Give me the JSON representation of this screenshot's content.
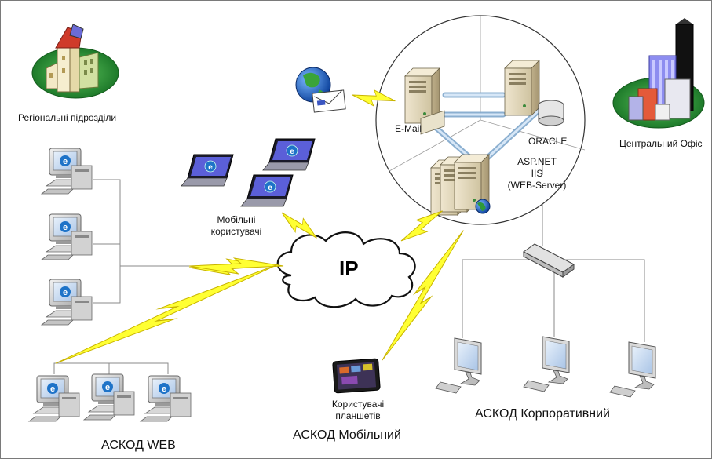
{
  "nodes": {
    "regional": "Регіональні підрозділи",
    "central_office": "Центральний Офіс",
    "email": "E-Mail",
    "oracle": "ORACLE",
    "web_server_line1": "ASP.NET",
    "web_server_line2": "IIS",
    "web_server_line3": "(WEB-Server)",
    "mobile_users_line1": "Мобільні",
    "mobile_users_line2": "користувачі",
    "tablet_users_line1": "Користувачі",
    "tablet_users_line2": "планшетів",
    "ip_cloud": "IP"
  },
  "segments": {
    "web": "АСКОД WEB",
    "mobile": "АСКОД Мобільний",
    "corporate": "АСКОД Корпоративний"
  },
  "colors": {
    "lightning": "#ffff33",
    "lightning_edge": "#c8b400",
    "server_link": "#b8d4ee",
    "monitor_screen": "#cfe0f5",
    "ie_blue": "#1e73c8",
    "park_green": "#2f9a3a"
  },
  "icons": [
    "building-icon",
    "city-icon",
    "globe-mail-icon",
    "server-icon",
    "database-icon",
    "laptop-icon",
    "desktop-computer-icon",
    "monitor-icon",
    "switch-icon",
    "tablet-icon",
    "cloud-icon",
    "lightning-link-icon"
  ]
}
